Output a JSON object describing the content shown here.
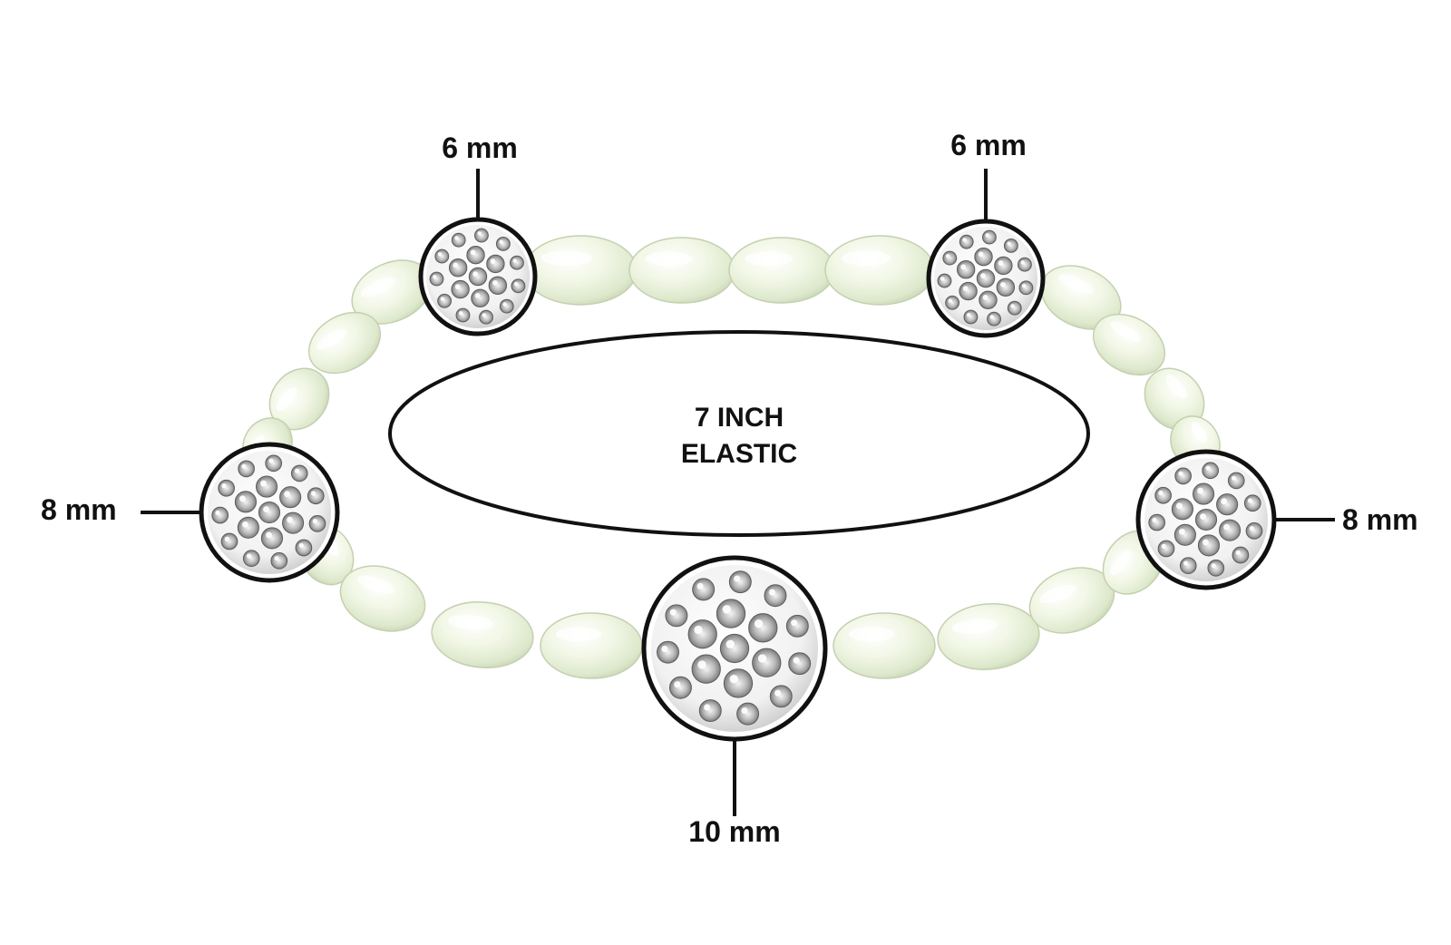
{
  "diagram": {
    "center_label": {
      "line1": "7 INCH",
      "line2": "ELASTIC"
    },
    "callouts": [
      {
        "id": "top-left",
        "label": "6 mm"
      },
      {
        "id": "top-right",
        "label": "6 mm"
      },
      {
        "id": "left",
        "label": "8 mm"
      },
      {
        "id": "right",
        "label": "8 mm"
      },
      {
        "id": "bottom",
        "label": "10 mm"
      }
    ]
  },
  "colors": {
    "pearl_fill": "#f3f8e9",
    "pearl_shadow": "#c9d6b6",
    "crystal_fill": "#ffffff",
    "crystal_shade": "#9a9a9a",
    "outline": "#111111",
    "background": "#ffffff"
  }
}
